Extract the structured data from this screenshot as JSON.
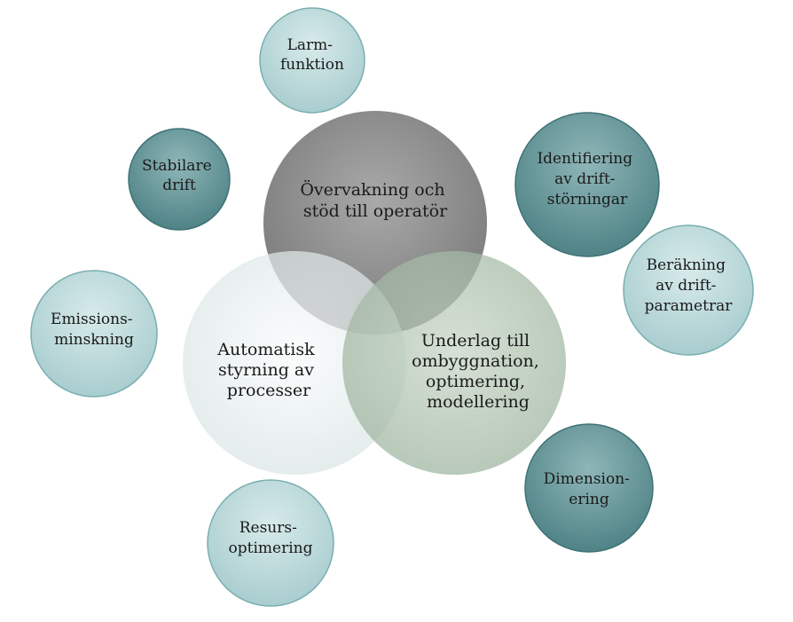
{
  "colors": {
    "dark_teal": "#5e9194",
    "light_teal": "#bcdadb",
    "gray": "#8f8f8f",
    "pale": "#e8efef",
    "sage": "#a8bea8",
    "text": "#1a1a1a"
  },
  "main_circles": {
    "top": [
      "Övervakning och",
      "stöd till operatör"
    ],
    "left": [
      "Automatisk",
      "styrning av",
      "processer"
    ],
    "right": [
      "Underlag till",
      "ombyggnation,",
      "optimering,",
      "modellering"
    ]
  },
  "satellites": {
    "larm": [
      "Larm-",
      "funktion"
    ],
    "stabilare": [
      "Stabilare",
      "drift"
    ],
    "identifiering": [
      "Identifiering",
      "av drift-",
      "störningar"
    ],
    "berakning": [
      "Beräkning",
      "av drift-",
      "parametrar"
    ],
    "emissions": [
      "Emissions-",
      "minskning"
    ],
    "dimension": [
      "Dimension-",
      "ering"
    ],
    "resurs": [
      "Resurs-",
      "optimering"
    ]
  }
}
